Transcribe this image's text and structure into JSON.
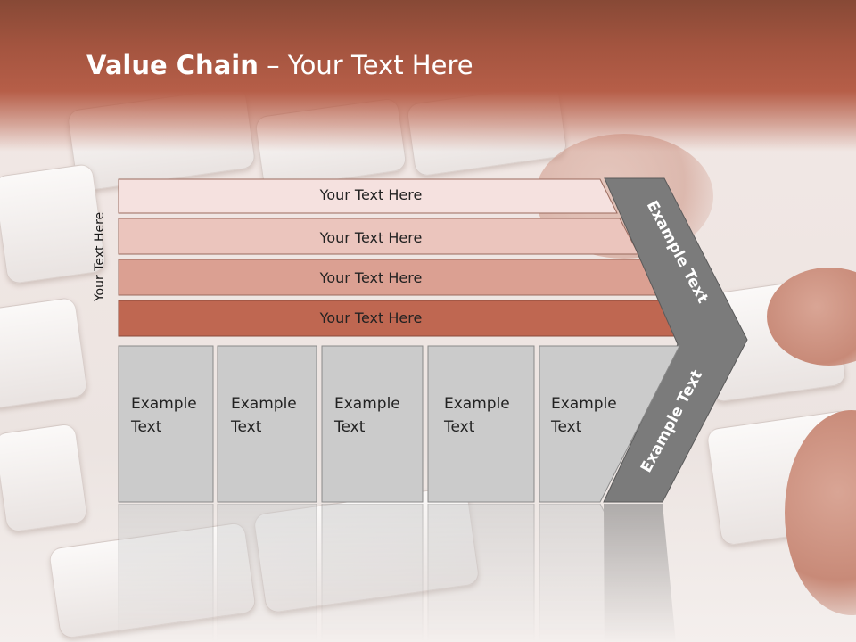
{
  "slide": {
    "title_bold": "Value Chain",
    "title_rest": " – Your Text Here",
    "side_label": "Your Text Here",
    "bars": [
      {
        "label": "Your Text Here",
        "color": "#f5e1df"
      },
      {
        "label": "Your Text Here",
        "color": "#ebc5bd"
      },
      {
        "label": "Your Text Here",
        "color": "#dba092"
      },
      {
        "label": "Your Text Here",
        "color": "#bf6751"
      }
    ],
    "columns": [
      {
        "line1": "Example",
        "line2": "Text"
      },
      {
        "line1": "Example",
        "line2": "Text"
      },
      {
        "line1": "Example",
        "line2": "Text"
      },
      {
        "line1": "Example",
        "line2": "Text"
      },
      {
        "line1": "Example",
        "line2": "Text"
      }
    ],
    "chevron_top_label": "Example Text",
    "chevron_bottom_label": "Example Text",
    "colors": {
      "header": "#a3543f",
      "column_fill": "#cbcbcb",
      "chevron_fill": "#7b7b7b"
    }
  }
}
